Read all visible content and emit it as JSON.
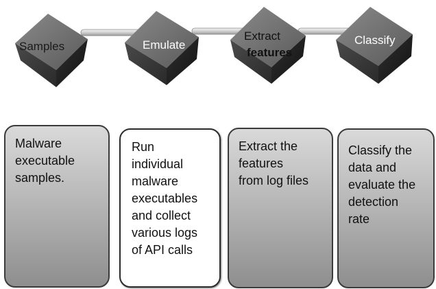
{
  "stages": [
    {
      "label": "Samples",
      "label_color": "#1a1a1a"
    },
    {
      "label": "Emulate",
      "label_color": "#ffffff"
    },
    {
      "label_line1": "Extract",
      "label_line2": "features",
      "label_color": "#111111"
    },
    {
      "label": "Classify",
      "label_color": "#ffffff"
    }
  ],
  "descriptions": [
    {
      "text": "Malware\nexecutable\nsamples."
    },
    {
      "text": "Run\nindividual\nmalware\nexecutables\nand collect\nvarious logs\nof API calls"
    },
    {
      "text": "Extract the\nfeatures\nfrom log files"
    },
    {
      "text": "Classify the\ndata and\nevaluate the\ndetection\nrate"
    }
  ],
  "colors": {
    "cube_top": "#6e6e6e",
    "cube_left": "#3c3c3c",
    "cube_right": "#1c1c1c",
    "rod": "#d8d8d8"
  }
}
